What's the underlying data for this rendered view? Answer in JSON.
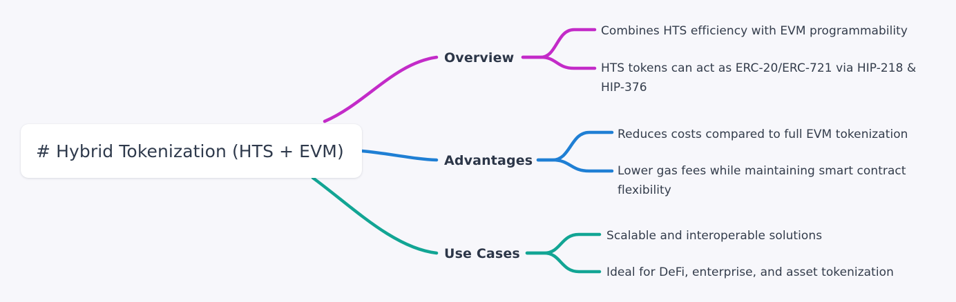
{
  "diagram": {
    "type": "mindmap",
    "background_color": "#F7F7FB",
    "root": {
      "label": "# Hybrid Tokenization (HTS + EVM)",
      "text_color": "#2F3A4C",
      "box_color": "#FFFFFF"
    },
    "branches": [
      {
        "label": "Overview",
        "color": "#C32BC8",
        "children": [
          "Combines HTS efficiency with EVM programmability",
          "HTS tokens can act as ERC-20/ERC-721 via HIP-218 & HIP-376"
        ]
      },
      {
        "label": "Advantages",
        "color": "#1F7FD4",
        "children": [
          "Reduces costs compared to full EVM tokenization",
          "Lower gas fees while maintaining smart contract flexibility"
        ]
      },
      {
        "label": "Use Cases",
        "color": "#12A594",
        "children": [
          "Scalable and interoperable solutions",
          "Ideal for DeFi, enterprise, and asset tokenization"
        ]
      }
    ]
  }
}
